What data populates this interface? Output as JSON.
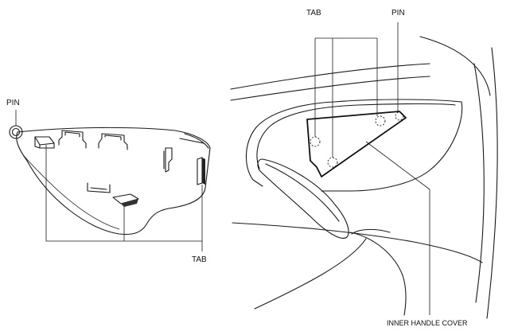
{
  "labels": {
    "left_pin": "PIN",
    "left_tab": "TAB",
    "right_tab": "TAB",
    "right_pin": "PIN",
    "inner_handle_cover": "INNER HANDLE COVER"
  }
}
